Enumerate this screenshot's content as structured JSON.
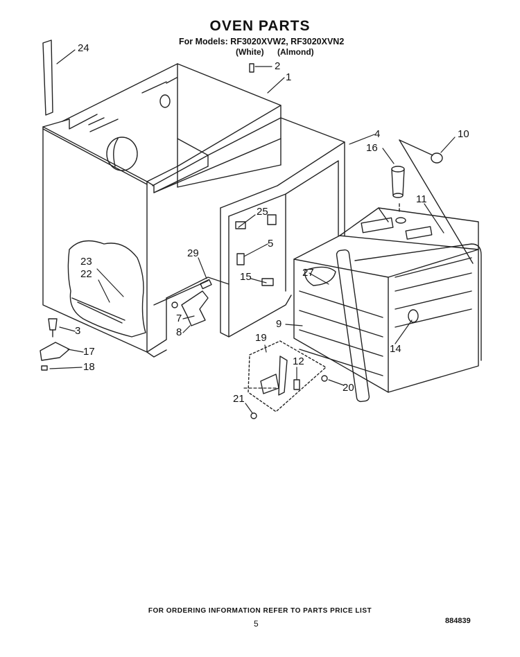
{
  "header": {
    "title": "OVEN PARTS",
    "models_line": "For Models: RF3020XVW2, RF3020XVN2",
    "variant_white": "(White)",
    "variant_almond": "(Almond)"
  },
  "callouts": {
    "c1": "1",
    "c2": "2",
    "c3": "3",
    "c4": "4",
    "c5": "5",
    "c7": "7",
    "c8": "8",
    "c9": "9",
    "c10": "10",
    "c11": "11",
    "c12": "12",
    "c14": "14",
    "c15": "15",
    "c16": "16",
    "c17": "17",
    "c18": "18",
    "c19": "19",
    "c20": "20",
    "c21": "21",
    "c22": "22",
    "c23": "23",
    "c24": "24",
    "c25": "25",
    "c27": "27",
    "c29": "29"
  },
  "footer": {
    "ordering_note": "FOR ORDERING INFORMATION REFER TO PARTS PRICE LIST",
    "page_number": "5",
    "document_number": "884839"
  }
}
